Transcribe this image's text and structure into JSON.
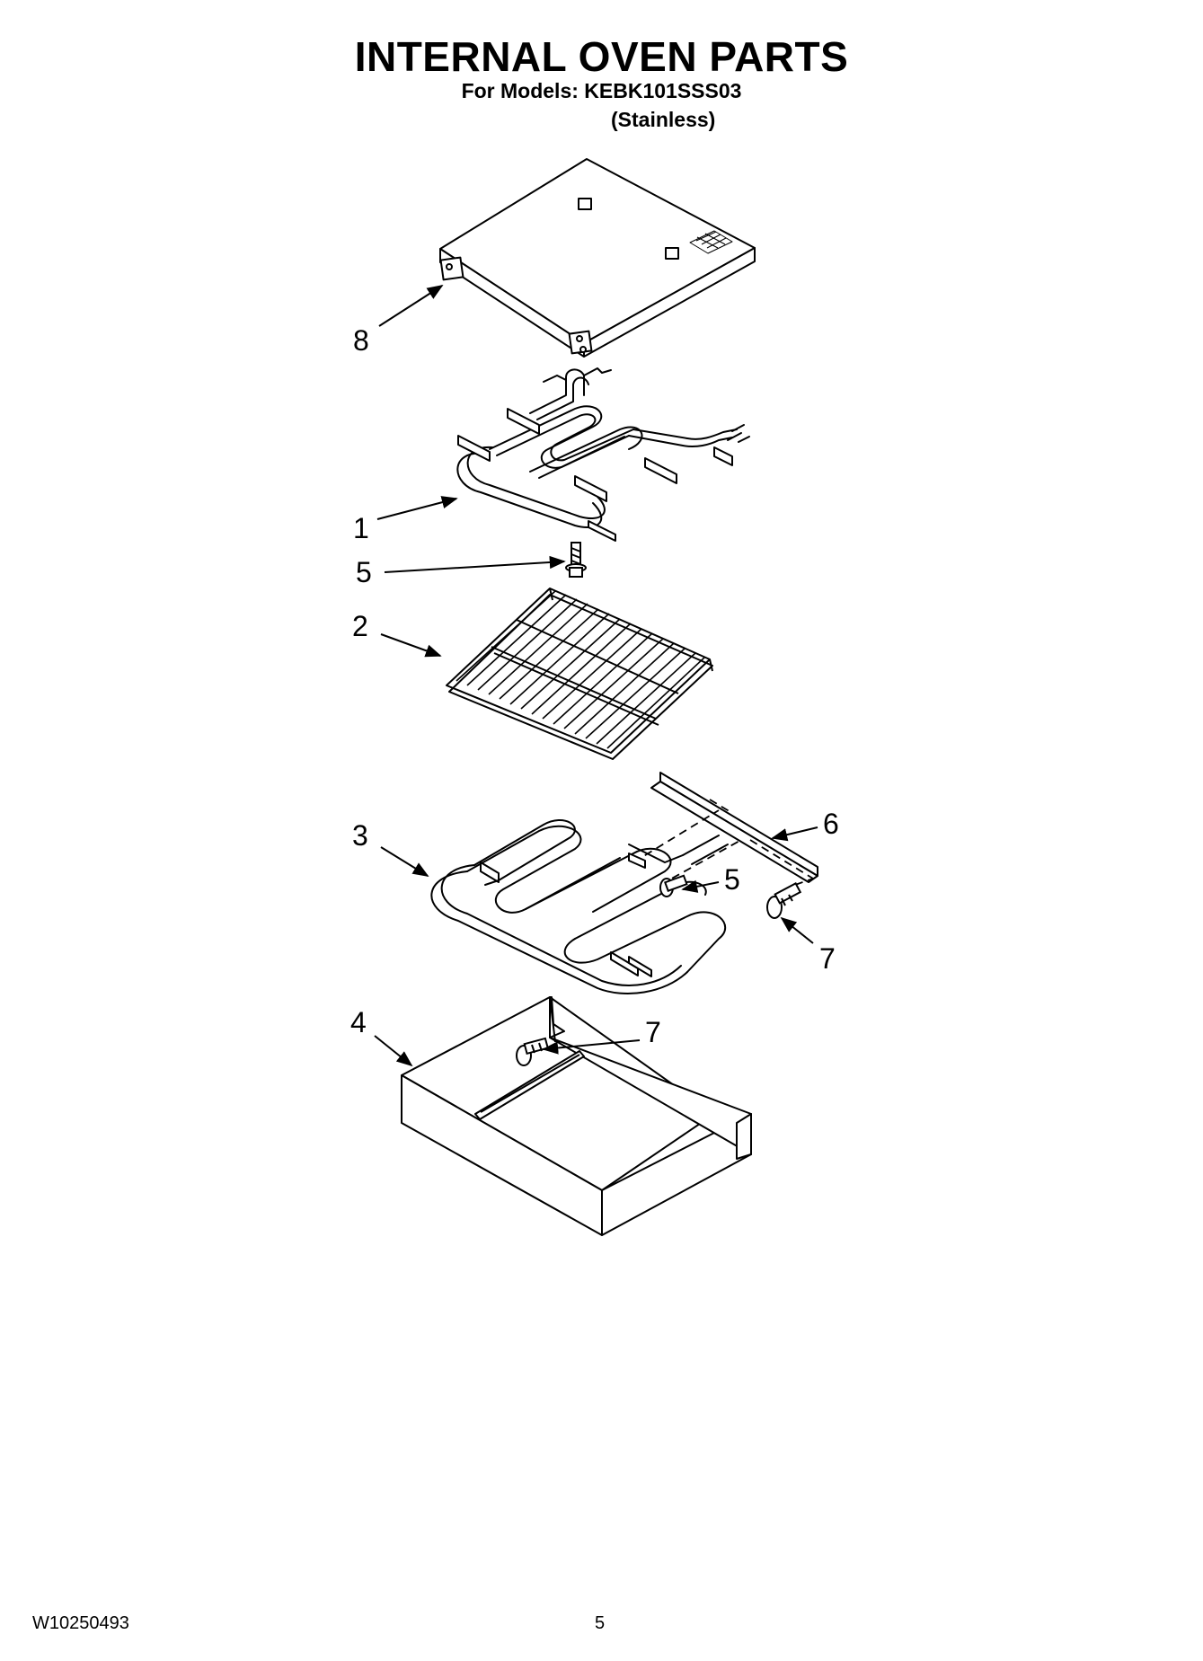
{
  "title": "INTERNAL OVEN PARTS",
  "models_line": "For Models: KEBK101SSS03",
  "variant": "(Stainless)",
  "footer": {
    "doc_number": "W10250493",
    "page_number": "5"
  },
  "callouts": [
    {
      "id": "c8",
      "label": "8"
    },
    {
      "id": "c1",
      "label": "1"
    },
    {
      "id": "c5a",
      "label": "5"
    },
    {
      "id": "c2",
      "label": "2"
    },
    {
      "id": "c3",
      "label": "3"
    },
    {
      "id": "c6",
      "label": "6"
    },
    {
      "id": "c5b",
      "label": "5"
    },
    {
      "id": "c7a",
      "label": "7"
    },
    {
      "id": "c4",
      "label": "4"
    },
    {
      "id": "c7b",
      "label": "7"
    }
  ]
}
